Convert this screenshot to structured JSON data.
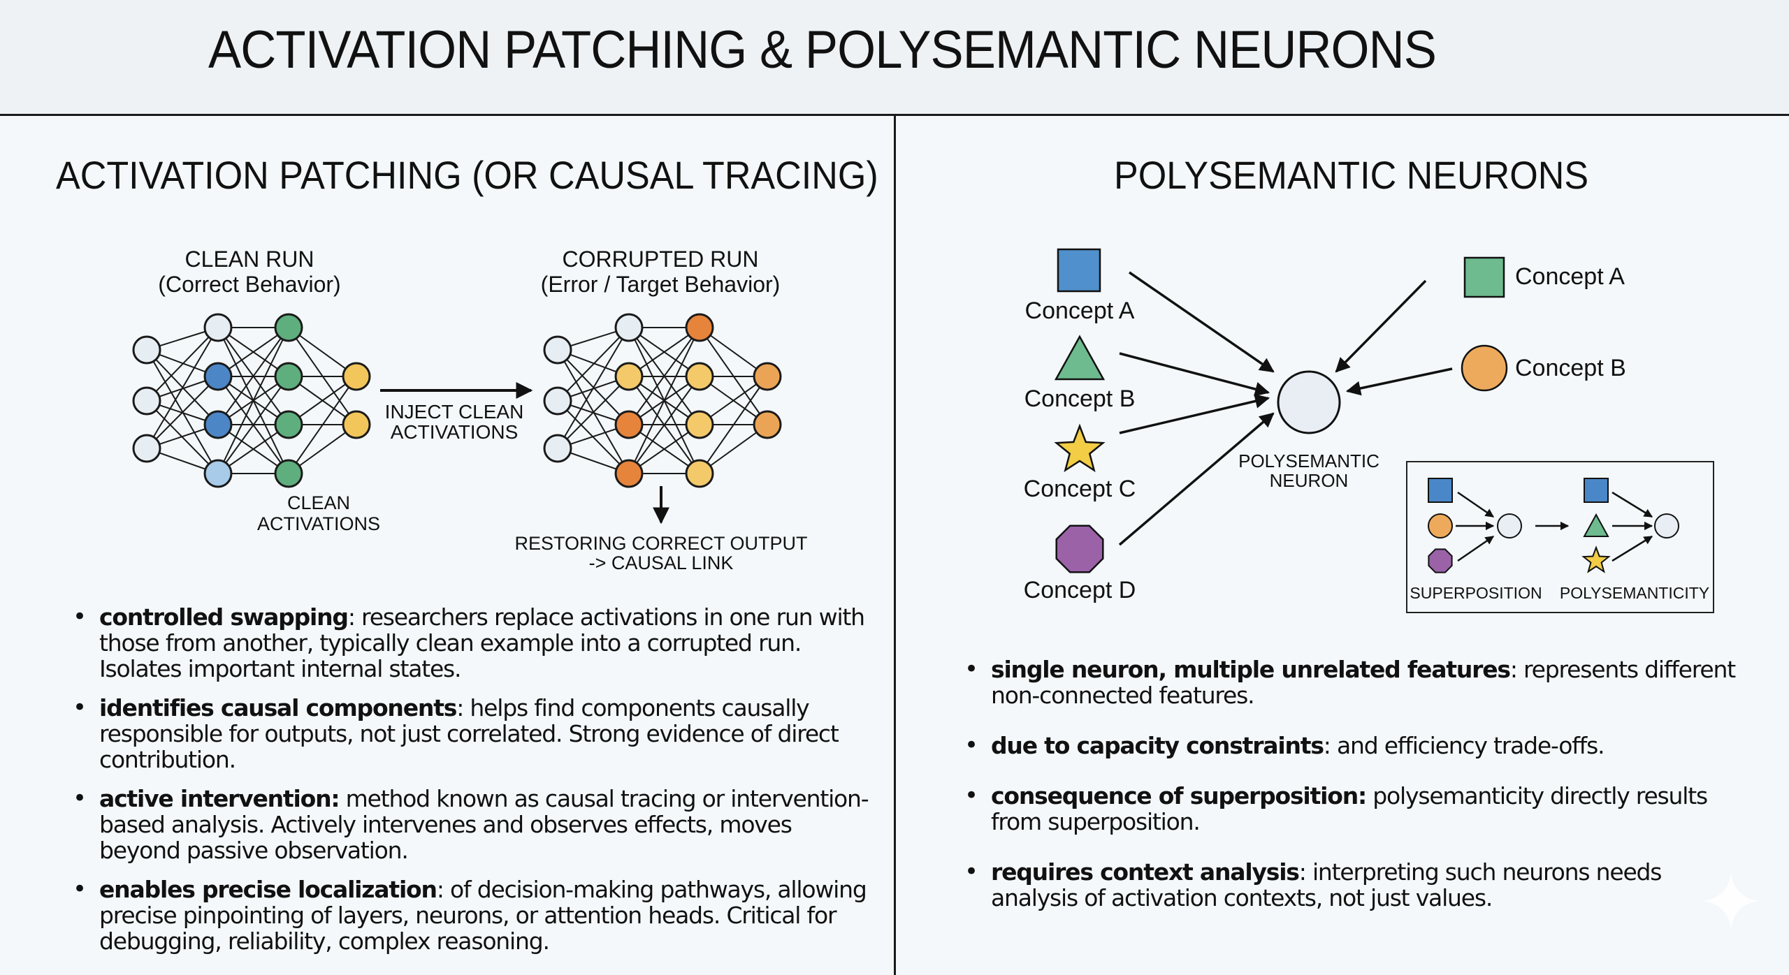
{
  "header": {
    "title": "ACTIVATION PATCHING & POLYSEMANTIC NEURONS"
  },
  "left": {
    "title": "ACTIVATION PATCHING (OR CAUSAL TRACING)",
    "clean_run": {
      "title": "CLEAN RUN",
      "subtitle": "(Correct Behavior)",
      "layers": [
        [
          "#e6edf3",
          "#e6edf3",
          "#e6edf3"
        ],
        [
          "#e6edf3",
          "#4d86c6",
          "#4d86c6",
          "#a7cbe8"
        ],
        [
          "#5fae7e",
          "#5fae7e",
          "#5fae7e",
          "#5fae7e"
        ],
        [
          "#f2c65a",
          "#f2c65a"
        ]
      ]
    },
    "corrupted_run": {
      "title": "CORRUPTED RUN",
      "subtitle": "(Error / Target Behavior)",
      "layers": [
        [
          "#e6edf3",
          "#e6edf3",
          "#e6edf3"
        ],
        [
          "#e6edf3",
          "#f3c96a",
          "#e6843c",
          "#e6843c"
        ],
        [
          "#e6843c",
          "#f3c96a",
          "#f3c96a",
          "#f3c96a"
        ],
        [
          "#eba455",
          "#eba455"
        ]
      ]
    },
    "inject_label": [
      "INJECT CLEAN",
      "ACTIVATIONS"
    ],
    "clean_activations_label": [
      "CLEAN",
      "ACTIVATIONS"
    ],
    "restoring_label": [
      "RESTORING CORRECT OUTPUT",
      "-> CAUSAL LINK"
    ],
    "bullets": [
      {
        "bold": "controlled swapping",
        "text": ": researchers replace activations in one run with those from another, typically clean example into a corrupted run. Isolates important internal states."
      },
      {
        "bold": "identifies causal components",
        "text": ": helps find components causally responsible for outputs, not just correlated. Strong evidence of direct contribution."
      },
      {
        "bold": "active intervention:",
        "text": " method known as causal tracing or intervention-based analysis. Actively intervenes and observes effects, moves beyond passive observation."
      },
      {
        "bold": "enables precise localization",
        "text": ": of decision-making pathways, allowing precise pinpointing of layers, neurons, or attention heads. Critical for debugging, reliability, complex reasoning."
      }
    ]
  },
  "right": {
    "title": "POLYSEMANTIC NEURONS",
    "neuron_label": [
      "POLYSEMANTIC",
      "NEURON"
    ],
    "left_concepts": [
      {
        "label": "Concept A",
        "shape": "square",
        "color": "#5090cc"
      },
      {
        "label": "Concept B",
        "shape": "triangle",
        "color": "#6dbb8e"
      },
      {
        "label": "Concept C",
        "shape": "star",
        "color": "#f2cd45"
      },
      {
        "label": "Concept D",
        "shape": "octagon",
        "color": "#9b62a8"
      }
    ],
    "right_concepts": [
      {
        "label": "Concept A",
        "shape": "square",
        "color": "#6dbb8e"
      },
      {
        "label": "Concept B",
        "shape": "circle",
        "color": "#eeaa5c"
      }
    ],
    "inset": {
      "superposition_label": "SUPERPOSITION",
      "polysemanticity_label": "POLYSEMANTICITY"
    },
    "bullets": [
      {
        "bold": "single neuron, multiple unrelated features",
        "text": ": represents different non-connected features."
      },
      {
        "bold": "due to capacity constraints",
        "text": ": and efficiency trade-offs."
      },
      {
        "bold": "consequence of superposition:",
        "text": " polysemanticity directly results from superposition."
      },
      {
        "bold": "requires context analysis",
        "text": ": interpreting such neurons needs analysis of activation contexts, not just values."
      }
    ]
  },
  "colors": {
    "neuron_fill": "#e8eef3",
    "line": "#1a1a1a",
    "background": "#f4f8fa"
  }
}
